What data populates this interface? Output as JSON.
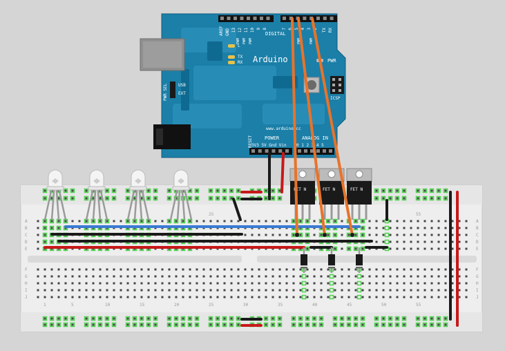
{
  "board": {
    "brand": "Arduino",
    "url": "www.arduino.cc",
    "digital_label": "DIGITAL",
    "power_header_label": "POWER",
    "analog_label": "ANALOG IN",
    "pwr_led_label": "PWR",
    "icsp_label": "ICSP",
    "tx_label": "TX",
    "rx_label": "RX",
    "l_label": "L",
    "pwr_sel_label": "PWR SEL",
    "usb_label": "USB",
    "ext_label": "EXT",
    "reset_label": "RESET",
    "aref_label": "AREF",
    "gnd_label": "GND",
    "power_pins": "3V3 5V Gnd Vin",
    "analog_pins": "0 1 2 3 4 5",
    "digital_pins": [
      "13",
      "12",
      "11",
      "10",
      "9",
      "8",
      "7",
      "6",
      "5",
      "4",
      "3",
      "2",
      "TX",
      "RX"
    ],
    "pwm_label": "PWM"
  },
  "breadboard": {
    "row_letters_top": [
      "A",
      "B",
      "C",
      "D",
      "E"
    ],
    "row_letters_bottom": [
      "F",
      "G",
      "H",
      "I",
      "J"
    ],
    "column_numbers": [
      "1",
      "5",
      "10",
      "15",
      "20",
      "25",
      "30",
      "35",
      "40",
      "45",
      "50",
      "55"
    ]
  },
  "components": {
    "leds": [
      "RGB LED 1",
      "RGB LED 2",
      "RGB LED 3",
      "RGB LED 4"
    ],
    "mosfet_label": "FET N",
    "mosfet_count": 3,
    "diode_count": 3
  },
  "colors": {
    "background": "#d5d5d5",
    "arduino_blue": "#1b7fa8",
    "breadboard": "#eeeeee",
    "wire_orange": "#e8732a",
    "wire_red": "#c8181a",
    "wire_black": "#1a1a1a",
    "wire_blue": "#3a7bd5",
    "hole_green": "#4cd44c"
  }
}
